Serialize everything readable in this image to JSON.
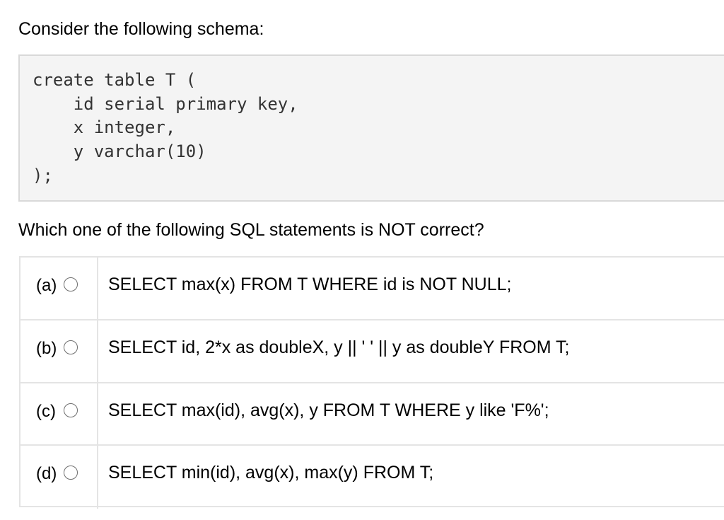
{
  "intro": "Consider the following schema:",
  "schema": {
    "lines": [
      "create table T (",
      "    id serial primary key,",
      "    x integer,",
      "    y varchar(10)",
      ");"
    ]
  },
  "question": "Which one of the following SQL statements is NOT correct?",
  "options": [
    {
      "letter": "(a)",
      "text": "SELECT max(x) FROM T WHERE id is NOT NULL;"
    },
    {
      "letter": "(b)",
      "text": "SELECT id, 2*x as doubleX, y || ' ' || y as doubleY FROM T;"
    },
    {
      "letter": "(c)",
      "text": "SELECT max(id), avg(x), y FROM T WHERE y like 'F%';"
    },
    {
      "letter": "(d)",
      "text": "SELECT min(id), avg(x), max(y) FROM T;"
    }
  ]
}
